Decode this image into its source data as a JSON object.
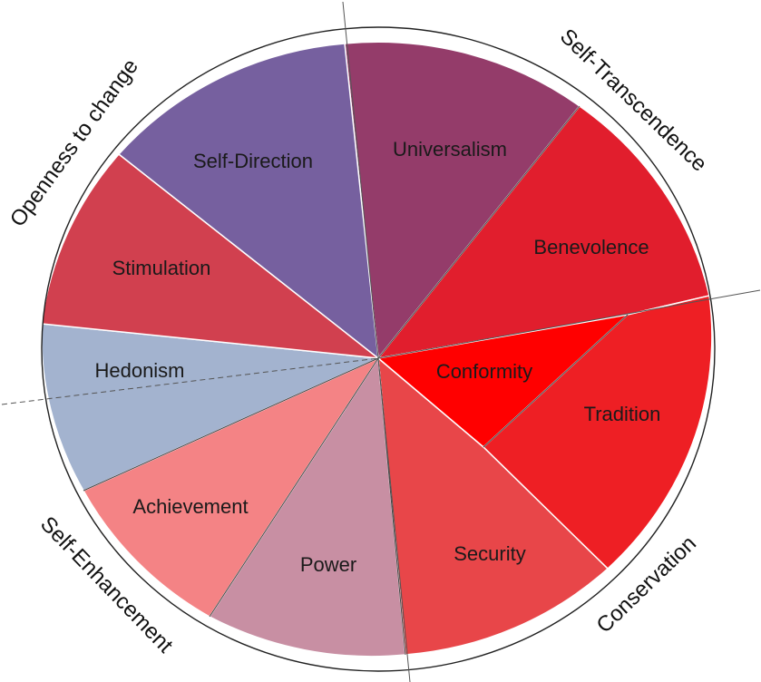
{
  "diagram": {
    "segments": [
      {
        "label": "Universalism",
        "color": "#943c6a"
      },
      {
        "label": "Benevolence",
        "color": "#e11e2d"
      },
      {
        "label": "Conformity",
        "color": "#ff0000"
      },
      {
        "label": "Tradition",
        "color": "#ee1f24"
      },
      {
        "label": "Security",
        "color": "#e84649"
      },
      {
        "label": "Power",
        "color": "#c88fa3"
      },
      {
        "label": "Achievement",
        "color": "#f48385"
      },
      {
        "label": "Hedonism",
        "color": "#a3b3cf"
      },
      {
        "label": "Stimulation",
        "color": "#d1404f"
      },
      {
        "label": "Self-Direction",
        "color": "#76609f"
      }
    ],
    "groups": [
      {
        "label": "Openness to change"
      },
      {
        "label": "Self-Transcendence"
      },
      {
        "label": "Conservation"
      },
      {
        "label": "Self-Enhancement"
      }
    ]
  }
}
